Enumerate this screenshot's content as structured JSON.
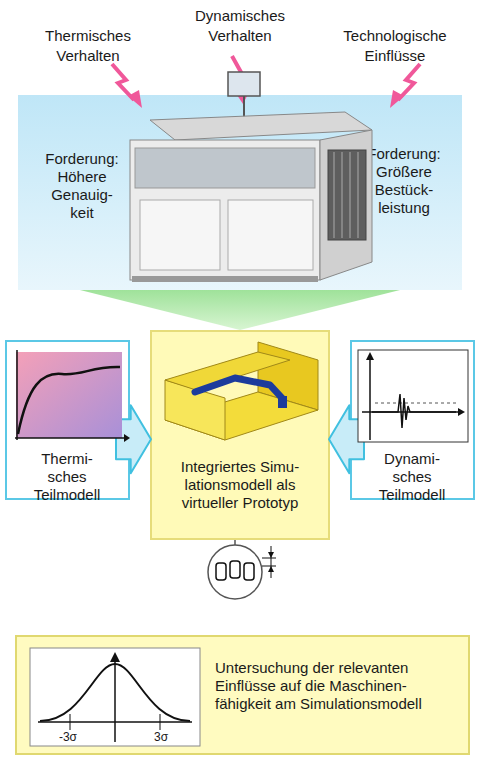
{
  "diagram": {
    "nodes": [
      {
        "text": [
          "Forderung: Höhere Genauig- keit",
          "Forderung: Größere Bestück- leistung"
        ]
      },
      {
        "text": [
          "Thermi- sches Teilmodell"
        ]
      },
      {
        "text": [
          "Integriertes Simu- lationsmodell als virtueller Prototyp"
        ]
      },
      {
        "text": [
          "Dynami- sches Teilmodell"
        ]
      },
      {
        "text": [
          "Untersuchung der relevanten Einflüsse auf die Maschinen- fähigkeit am Simulationsmodell"
        ]
      }
    ],
    "edges": [
      {
        "from": 0,
        "to": 2,
        "arrow": "to"
      },
      {
        "from": 1,
        "to": 2,
        "arrow": "to"
      },
      {
        "from": 3,
        "to": 2,
        "arrow": "to"
      }
    ],
    "labels": [
      "Thermisches Verhalten",
      "Dynamisches Verhalten",
      "Technologische Einflüsse",
      "-3σ",
      "3σ"
    ]
  }
}
